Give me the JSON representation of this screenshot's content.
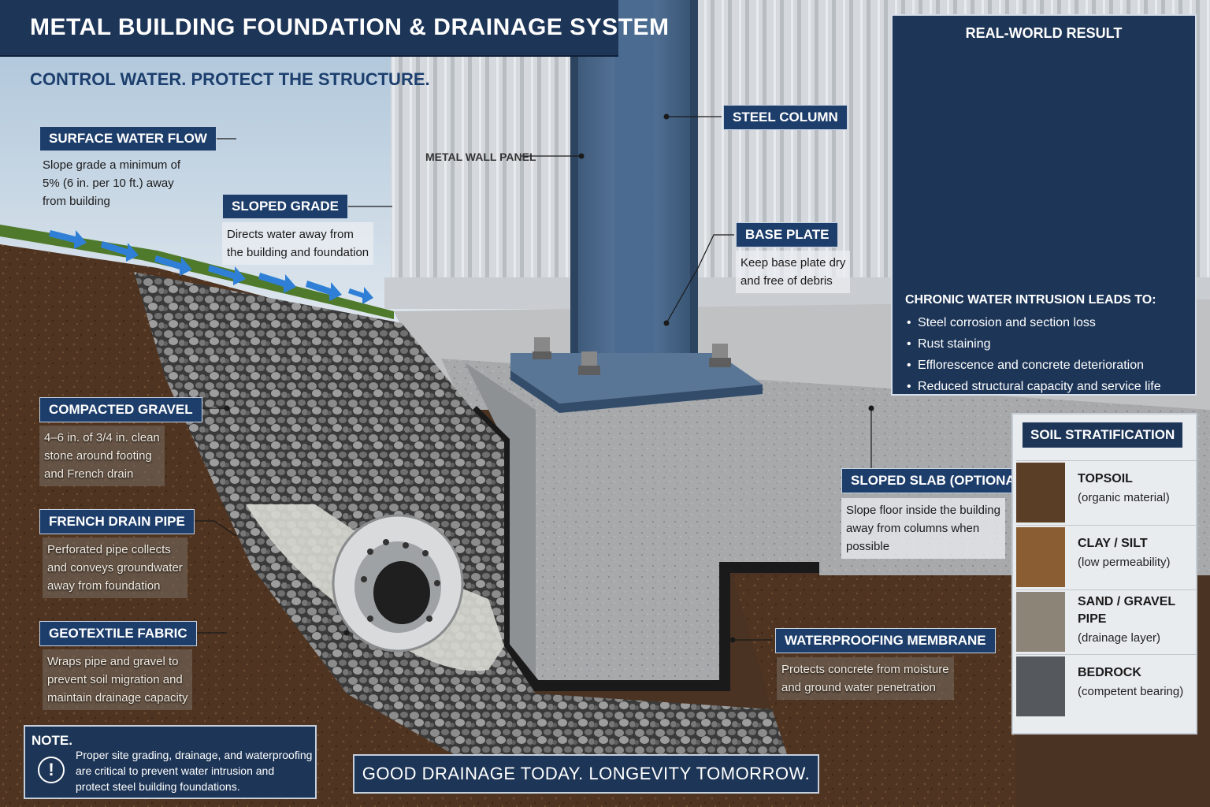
{
  "title": "METAL BUILDING FOUNDATION & DRAINAGE SYSTEM",
  "subtitle": "CONTROL WATER. PROTECT THE STRUCTURE.",
  "callouts": {
    "surface_water": {
      "label": "SURFACE WATER FLOW",
      "lines": [
        "Slope grade a minimum of",
        "5% (6 in. per 10 ft.) away",
        "from building"
      ]
    },
    "sloped_grade": {
      "label": "SLOPED GRADE",
      "lines": [
        "Directs water away from",
        "the building and foundation"
      ]
    },
    "metal_wall_panel": {
      "label": "METAL WALL PANEL"
    },
    "steel_column": {
      "label": "STEEL COLUMN"
    },
    "base_plate": {
      "label": "BASE PLATE",
      "lines": [
        "Keep base plate dry",
        "and free of debris"
      ]
    },
    "compacted_gravel": {
      "label": "COMPACTED GRAVEL",
      "lines": [
        "4–6 in. of 3/4 in. clean",
        "stone around footing",
        "and French drain"
      ]
    },
    "french_drain": {
      "label": "FRENCH DRAIN PIPE",
      "lines": [
        "Perforated pipe collects",
        "and conveys groundwater",
        "away from foundation"
      ]
    },
    "geotextile": {
      "label": "GEOTEXTILE FABRIC",
      "lines": [
        "Wraps pipe and gravel to",
        "prevent soil migration and",
        "maintain drainage capacity"
      ]
    },
    "sloped_slab": {
      "label": "SLOPED SLAB (OPTIONAL)",
      "lines": [
        "Slope floor inside the building",
        "away from columns when",
        "possible"
      ]
    },
    "waterproofing": {
      "label": "WATERPROOFING MEMBRANE",
      "lines": [
        "Protects concrete from moisture",
        "and ground water penetration"
      ]
    }
  },
  "real_world": {
    "heading": "REAL-WORLD RESULT",
    "intro": "CHRONIC WATER INTRUSION LEADS TO:",
    "bullets": [
      "Steel corrosion and section loss",
      "Rust staining",
      "Efflorescence and concrete deterioration",
      "Reduced structural capacity and service life"
    ]
  },
  "soil": {
    "heading": "SOIL STRATIFICATION",
    "layers": [
      {
        "name": "TOPSOIL",
        "desc": "(organic material)",
        "color": "#5b3e26"
      },
      {
        "name": "CLAY / SILT",
        "desc": "(low permeability)",
        "color": "#8a5e32"
      },
      {
        "name": "SAND / GRAVEL",
        "name2": "PIPE",
        "desc": "(drainage layer)",
        "color": "#8d8478"
      },
      {
        "name": "BEDROCK",
        "desc": "(competent bearing)",
        "color": "#55595e"
      }
    ]
  },
  "note": {
    "title": "NOTE.",
    "icon": "exclamation-icon",
    "lines": [
      "Proper site grading, drainage, and waterproofing",
      "are critical to prevent water intrusion and",
      "protect steel building foundations."
    ]
  },
  "footer": "GOOD DRAINAGE TODAY. LONGEVITY TOMORROW.",
  "colors": {
    "navy": "#1d3557",
    "steel_blue": "#4a6a93",
    "water_arrow": "#2f7fd6",
    "rust": "#8a4a1c"
  }
}
